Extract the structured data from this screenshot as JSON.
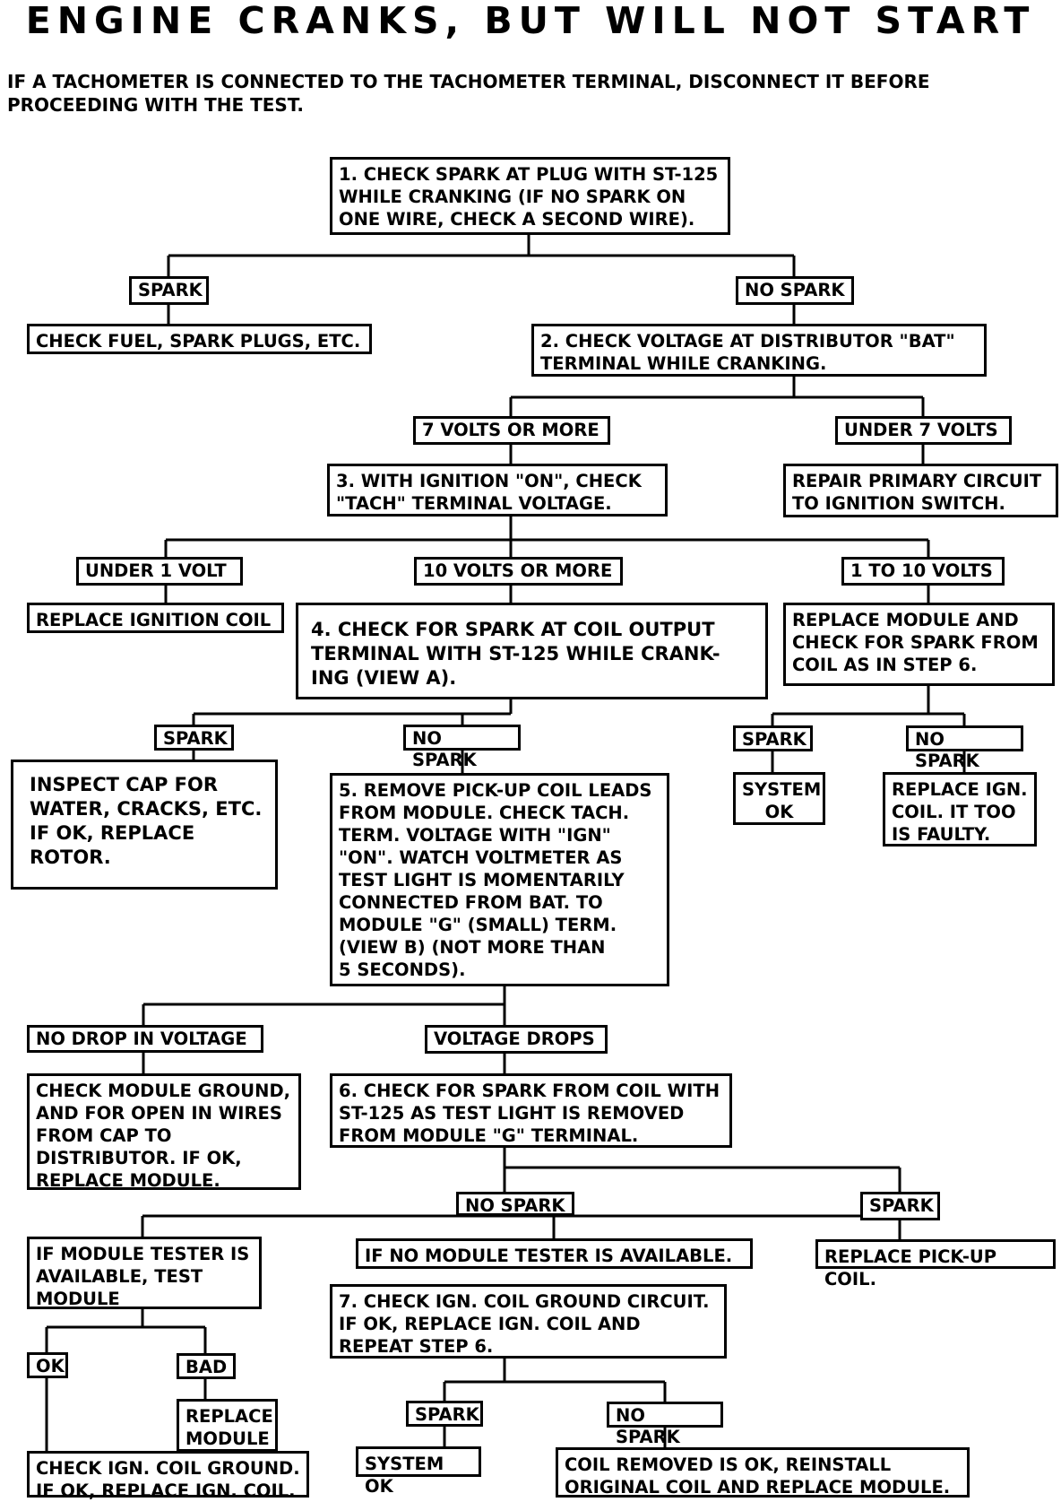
{
  "title": "ENGINE CRANKS, BUT WILL NOT START",
  "intro": "IF A TACHOMETER IS CONNECTED TO THE TACHOMETER TERMINAL, DISCONNECT IT BEFORE PROCEEDING WITH THE TEST.",
  "nodes": {
    "step1": "1. CHECK SPARK AT PLUG WITH ST-125\n    WHILE CRANKING (IF NO SPARK ON\n    ONE WIRE, CHECK A SECOND WIRE).",
    "spark_a": "SPARK",
    "no_spark_a": "NO SPARK",
    "check_fuel": "CHECK FUEL, SPARK PLUGS, ETC.",
    "step2": "2. CHECK VOLTAGE AT DISTRIBUTOR \"BAT\"\n    TERMINAL WHILE CRANKING.",
    "seven_more": "7 VOLTS OR MORE",
    "under_seven": "UNDER 7 VOLTS",
    "step3": "3. WITH IGNITION \"ON\", CHECK\n    \"TACH\" TERMINAL VOLTAGE.",
    "repair_primary": "REPAIR PRIMARY CIRCUIT\nTO IGNITION SWITCH.",
    "under_one": "UNDER 1 VOLT",
    "ten_more": "10 VOLTS OR MORE",
    "one_to_ten": "1 TO 10 VOLTS",
    "replace_coil": "REPLACE IGNITION COIL",
    "step4": "4. CHECK FOR SPARK AT COIL OUTPUT\n    TERMINAL WITH ST-125 WHILE CRANK-\n    ING (VIEW A).",
    "replace_module_check": "REPLACE MODULE AND\nCHECK FOR SPARK FROM\nCOIL AS IN STEP 6.",
    "spark_b": "SPARK",
    "no_spark_b": "NO SPARK",
    "spark_c": "SPARK",
    "no_spark_c": "NO SPARK",
    "inspect_cap": "INSPECT CAP FOR\nWATER, CRACKS, ETC.\nIF OK, REPLACE\nROTOR.",
    "step5": "5. REMOVE PICK-UP COIL LEADS\n    FROM MODULE. CHECK TACH.\n    TERM. VOLTAGE WITH \"IGN\"\n    \"ON\". WATCH VOLTMETER AS\n    TEST LIGHT IS MOMENTARILY\n    CONNECTED FROM BAT. TO\n    MODULE \"G\" (SMALL) TERM.\n    (VIEW B) (NOT MORE THAN\n    5 SECONDS).",
    "system_ok_a": "SYSTEM\nOK",
    "replace_ign_faulty": "REPLACE IGN.\nCOIL. IT TOO\nIS FAULTY.",
    "no_drop": "NO DROP IN VOLTAGE",
    "voltage_drops": "VOLTAGE DROPS",
    "check_module_ground": "CHECK MODULE GROUND,\nAND FOR OPEN IN WIRES\nFROM CAP TO\nDISTRIBUTOR. IF OK,\nREPLACE MODULE.",
    "step6": "6. CHECK FOR SPARK FROM COIL WITH\n    ST-125 AS TEST LIGHT IS REMOVED\n    FROM MODULE \"G\" TERMINAL.",
    "no_spark_d": "NO SPARK",
    "spark_d": "SPARK",
    "tester_available": "IF MODULE TESTER IS\nAVAILABLE, TEST\nMODULE",
    "no_tester": "IF NO MODULE TESTER IS AVAILABLE.",
    "replace_pickup": "REPLACE PICK-UP COIL.",
    "step7": "7. CHECK IGN. COIL GROUND CIRCUIT.\n    IF OK, REPLACE IGN. COIL AND\n    REPEAT STEP 6.",
    "ok": "OK",
    "bad": "BAD",
    "replace_module": "REPLACE\nMODULE",
    "spark_e": "SPARK",
    "no_spark_e": "NO SPARK",
    "check_coil_ground": "CHECK IGN. COIL GROUND.\nIF OK, REPLACE IGN. COIL.",
    "system_ok_b": "SYSTEM OK",
    "coil_removed_ok": "COIL REMOVED IS OK, REINSTALL\nORIGINAL COIL AND REPLACE MODULE."
  }
}
